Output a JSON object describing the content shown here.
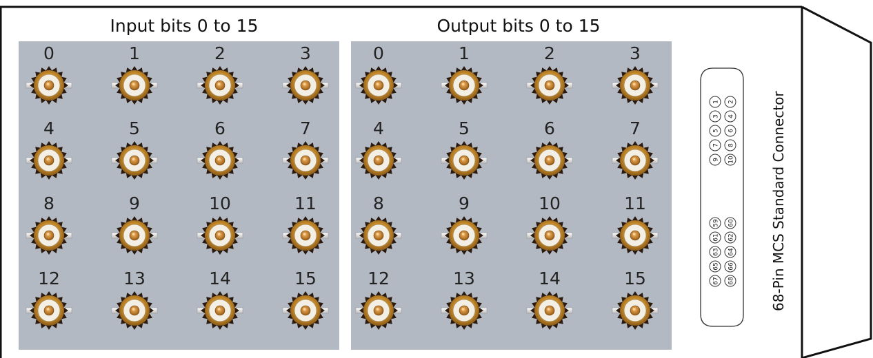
{
  "input_panel": {
    "title": "Input bits 0 to 15",
    "labels": [
      "0",
      "1",
      "2",
      "3",
      "4",
      "5",
      "6",
      "7",
      "8",
      "9",
      "10",
      "11",
      "12",
      "13",
      "14",
      "15"
    ]
  },
  "output_panel": {
    "title": "Output bits 0 to 15",
    "labels": [
      "0",
      "1",
      "2",
      "3",
      "4",
      "5",
      "6",
      "7",
      "8",
      "9",
      "10",
      "11",
      "12",
      "13",
      "14",
      "15"
    ]
  },
  "connector": {
    "label": "68-Pin MCS Standard Connector",
    "pins_top": [
      [
        "1",
        "2"
      ],
      [
        "3",
        "4"
      ],
      [
        "5",
        "6"
      ],
      [
        "7",
        "8"
      ],
      [
        "9",
        "10"
      ]
    ],
    "pins_bottom": [
      [
        "59",
        "60"
      ],
      [
        "61",
        "62"
      ],
      [
        "63",
        "64"
      ],
      [
        "65",
        "66"
      ],
      [
        "67",
        "68"
      ]
    ]
  },
  "colors": {
    "panel_bg": "#b3b9c3",
    "frame": "#111111",
    "bnc_teeth": "#2a1a10",
    "bnc_gold": "#c8902a",
    "bnc_body": "#f3efe4"
  }
}
